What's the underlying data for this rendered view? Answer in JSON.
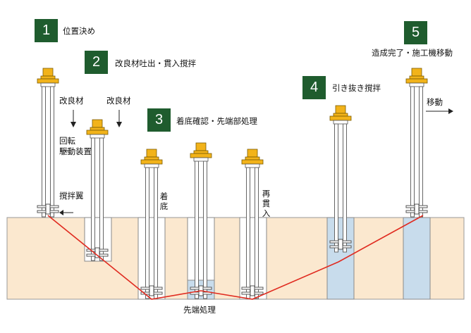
{
  "steps": [
    {
      "number": "1",
      "label": "位置決め"
    },
    {
      "number": "2",
      "label": "改良材吐出・貫入撹拌"
    },
    {
      "number": "3",
      "label": "着底確認・先端部処理"
    },
    {
      "number": "4",
      "label": "引き抜き撹拌"
    },
    {
      "number": "5",
      "label": "造成完了・施工機移動"
    }
  ],
  "annotations": {
    "material_left": "改良材",
    "material_right": "改良材",
    "rotation_drive_line1": "回転",
    "rotation_drive_line2": "駆動装置",
    "mixing_blade": "撹拌翼",
    "landing": "着底",
    "re_penetration": "再貫入",
    "move": "移動",
    "tip_treatment": "先端処理"
  },
  "colors": {
    "step_box": "#1f5c2e",
    "ground": "#fbe8cf",
    "improved_column": "#c8dcec",
    "motor": "#f2b31a",
    "path_line": "#e02b20"
  }
}
